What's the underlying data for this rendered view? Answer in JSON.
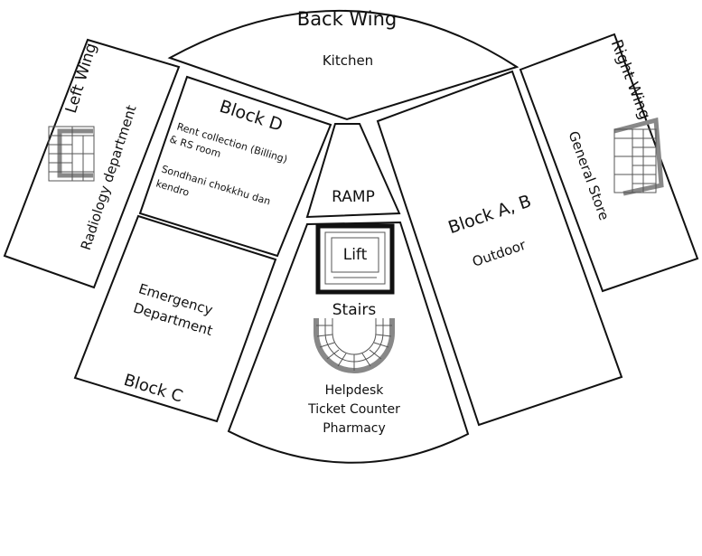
{
  "floor_plan": {
    "back_wing": {
      "title": "Back Wing",
      "room": "Kitchen"
    },
    "left_wing": {
      "title": "Left Wing",
      "room": "Radiology department"
    },
    "right_wing": {
      "title": "Right Wing",
      "room": "General Store"
    },
    "block_d": {
      "title": "Block D",
      "room1_line1": "Rent collection (Billing)",
      "room1_line2": "& RS room",
      "room2_line1": "Sondhani chokkhu dan",
      "room2_line2": "kendro"
    },
    "block_c": {
      "title": "Block C",
      "room_line1": "Emergency",
      "room_line2": "Department"
    },
    "ramp": {
      "title": "RAMP"
    },
    "center": {
      "lift": "Lift",
      "stairs": "Stairs",
      "services": [
        "Helpdesk",
        "Ticket Counter",
        "Pharmacy"
      ]
    },
    "block_ab": {
      "title": "Block A, B",
      "room": "Outdoor"
    }
  },
  "colors": {
    "walls": "#111111",
    "stairs": "#555555",
    "background": "#ffffff"
  }
}
